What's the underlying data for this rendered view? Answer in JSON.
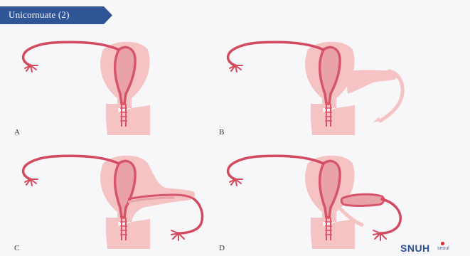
{
  "slide": {
    "title": "Unicornuate (2)",
    "panels": [
      {
        "label": "A",
        "variant": "isolated"
      },
      {
        "label": "B",
        "variant": "rudimentary-horn-no-cavity"
      },
      {
        "label": "C",
        "variant": "communicating-horn"
      },
      {
        "label": "D",
        "variant": "noncommunicating-horn"
      }
    ]
  },
  "logo": {
    "text": "SNUH",
    "sub": "seoul"
  },
  "colors": {
    "tab_blue": "#2f5597",
    "tissue": "#f5c3c4",
    "tissue_dark": "#ebaaae",
    "lining": "#d7546a",
    "cavity": "#e9a3a8",
    "tube": "#d24a5f"
  }
}
